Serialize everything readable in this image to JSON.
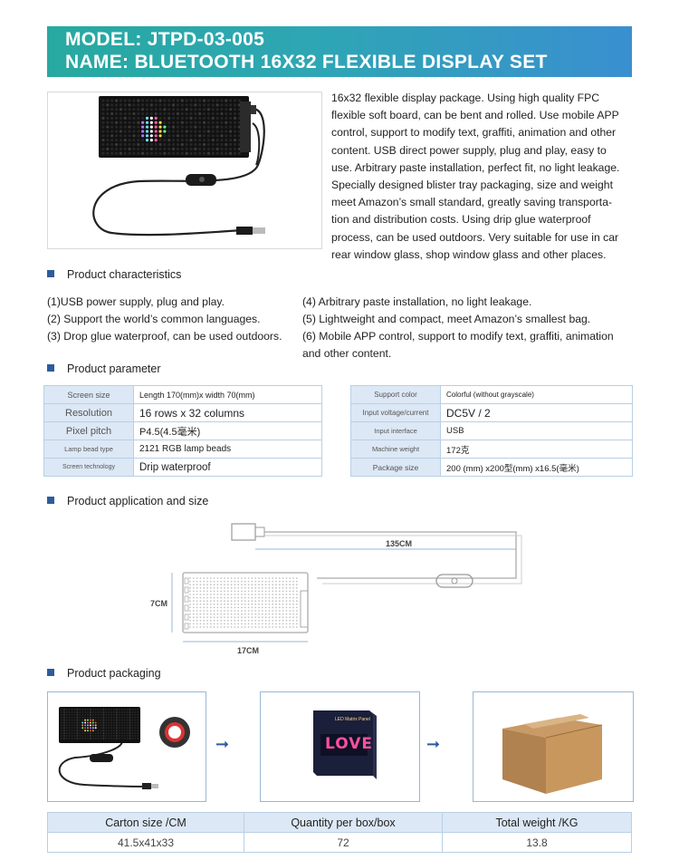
{
  "header": {
    "model": "MODEL: JTPD-03-005",
    "name": "NAME: BLUETOOTH 16X32 FLEXIBLE DISPLAY SET"
  },
  "intro_lines": [
    "16x32 flexible display package. Using high quality FPC",
    "flexible soft board, can be bent and rolled. Use mobile APP",
    "control, support to modify text, graffiti, animation and other",
    "content. USB direct power supply, plug and play, easy to",
    "use. Arbitrary paste installation, perfect fit, no light leakage.",
    "Specially designed blister tray packaging, size and weight",
    "meet Amazon’s small standard, greatly saving transporta-",
    "tion and distribution costs. Using drip glue waterproof",
    "process, can be used outdoors. Very suitable for use in car",
    "rear window glass, shop window glass and other places."
  ],
  "sections": {
    "characteristics": "Product characteristics",
    "parameter": "Product parameter",
    "application": "Product application and size",
    "packaging": "Product packaging"
  },
  "features_left": [
    "(1)USB power supply, plug and play.",
    "(2) Support the world’s common languages.",
    "(3) Drop glue waterproof, can be used outdoors."
  ],
  "features_right": [
    "(4) Arbitrary paste installation, no light leakage.",
    "(5) Lightweight and compact, meet Amazon’s smallest bag.",
    "(6) Mobile APP control, support to modify text, graffiti, animation",
    "and other content."
  ],
  "params_left": [
    {
      "label": "Screen size",
      "value": "Length 170(mm)x width 70(mm)"
    },
    {
      "label": "Resolution",
      "value": "16 rows x 32 columns"
    },
    {
      "label": "Pixel pitch",
      "value": "P4.5(4.5毫米)"
    },
    {
      "label": "Lamp bead type",
      "value": "2121 RGB lamp beads"
    },
    {
      "label": "Screen technology",
      "value": "Drip waterproof"
    }
  ],
  "params_right": [
    {
      "label": "Support color",
      "value": "Colorful (without grayscale)"
    },
    {
      "label": "Input voltage/current",
      "value": "DC5V / 2"
    },
    {
      "label": "Input interface",
      "value": "USB"
    },
    {
      "label": "Machine weight",
      "value": "172克"
    },
    {
      "label": "Package size",
      "value": "200 (mm) x200型(mm) x16.5(毫米)"
    }
  ],
  "diagram": {
    "cable_length": "135CM",
    "height": "7CM",
    "width": "17CM"
  },
  "box_text": {
    "led_label": "LED Matrix Panel",
    "love": "LOVE"
  },
  "packaging_table": {
    "headers": [
      "Carton size /CM",
      "Quantity per box/box",
      "Total weight /KG"
    ],
    "values": [
      "41.5x41x33",
      "72",
      "13.8"
    ]
  },
  "colors": {
    "banner_start": "#27a9a0",
    "banner_end": "#3a8fd0",
    "section_square": "#2d5c9c",
    "table_label_bg": "#dce8f5"
  }
}
